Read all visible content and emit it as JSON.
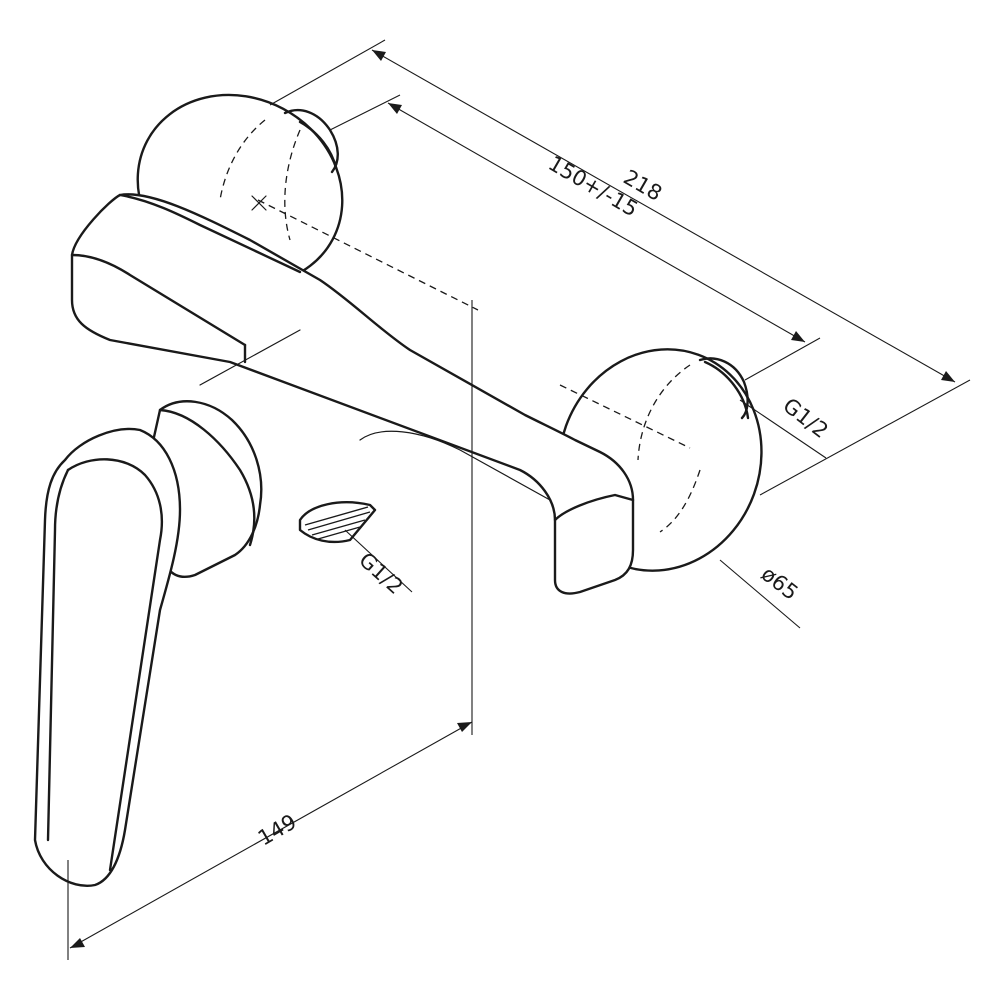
{
  "dimensions": {
    "overall_length": "218",
    "center_distance": "150+/-15",
    "depth": "149",
    "inlet_thread": "G1/2",
    "outlet_thread": "G1/2",
    "escutcheon_diameter": "ø65"
  }
}
